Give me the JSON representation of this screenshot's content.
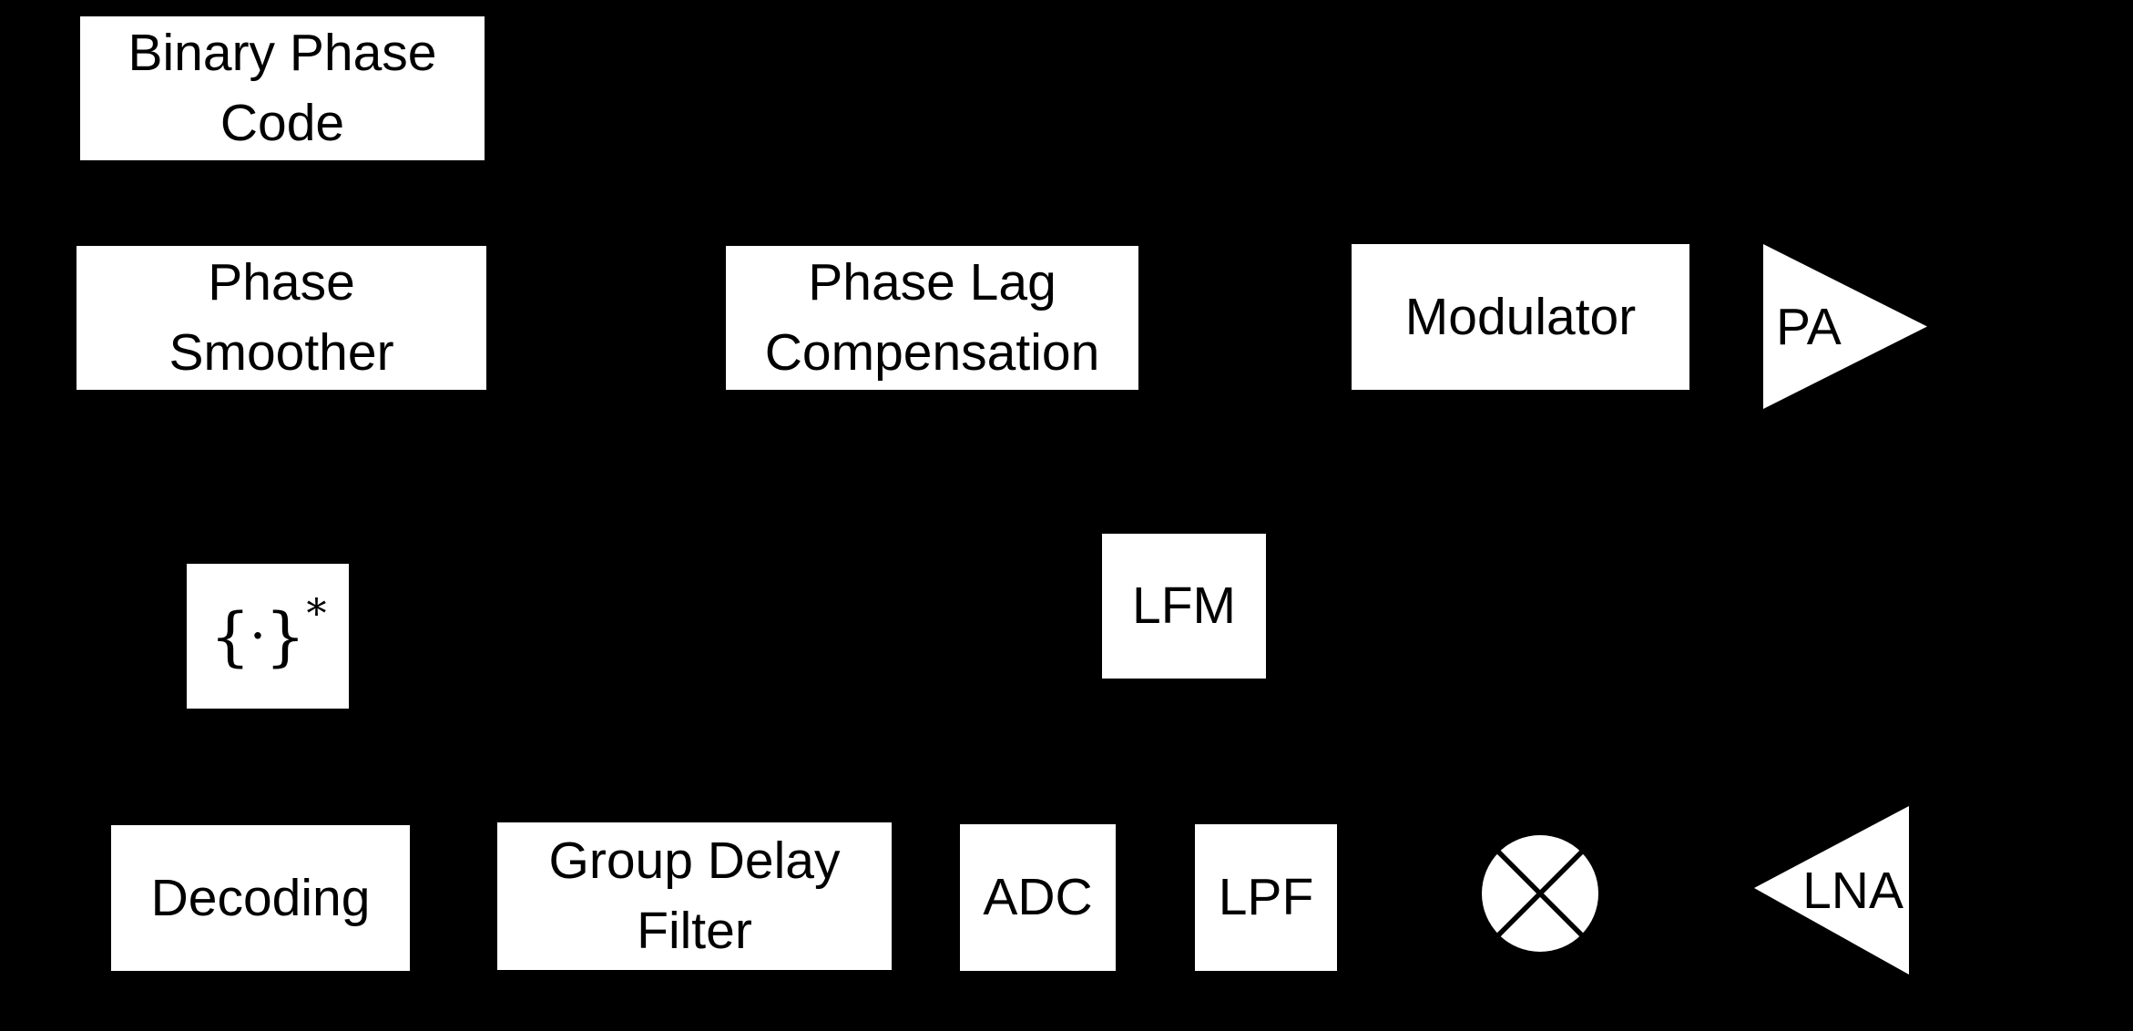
{
  "diagram": {
    "background_color": "#000000",
    "block_fill_color": "#ffffff",
    "text_color": "#000000",
    "blocks": {
      "binary_phase_code": {
        "line1": "Binary Phase",
        "line2": "Code"
      },
      "phase_smoother": {
        "line1": "Phase",
        "line2": "Smoother"
      },
      "phase_lag_compensation": {
        "line1": "Phase Lag",
        "line2": "Compensation"
      },
      "modulator": {
        "label": "Modulator"
      },
      "pa": {
        "label": "PA",
        "shape": "right-pointing-amplifier-triangle"
      },
      "conjugate": {
        "open_brace": "{",
        "dot": "·",
        "close_brace": "}",
        "sup": "*"
      },
      "lfm": {
        "label": "LFM"
      },
      "decoding": {
        "label": "Decoding"
      },
      "group_delay_filter": {
        "line1": "Group Delay",
        "line2": "Filter"
      },
      "adc": {
        "label": "ADC"
      },
      "lpf": {
        "label": "LPF"
      },
      "mixer": {
        "symbol": "multiply-cross-in-circle"
      },
      "lna": {
        "label": "LNA",
        "shape": "left-pointing-amplifier-triangle"
      }
    }
  }
}
